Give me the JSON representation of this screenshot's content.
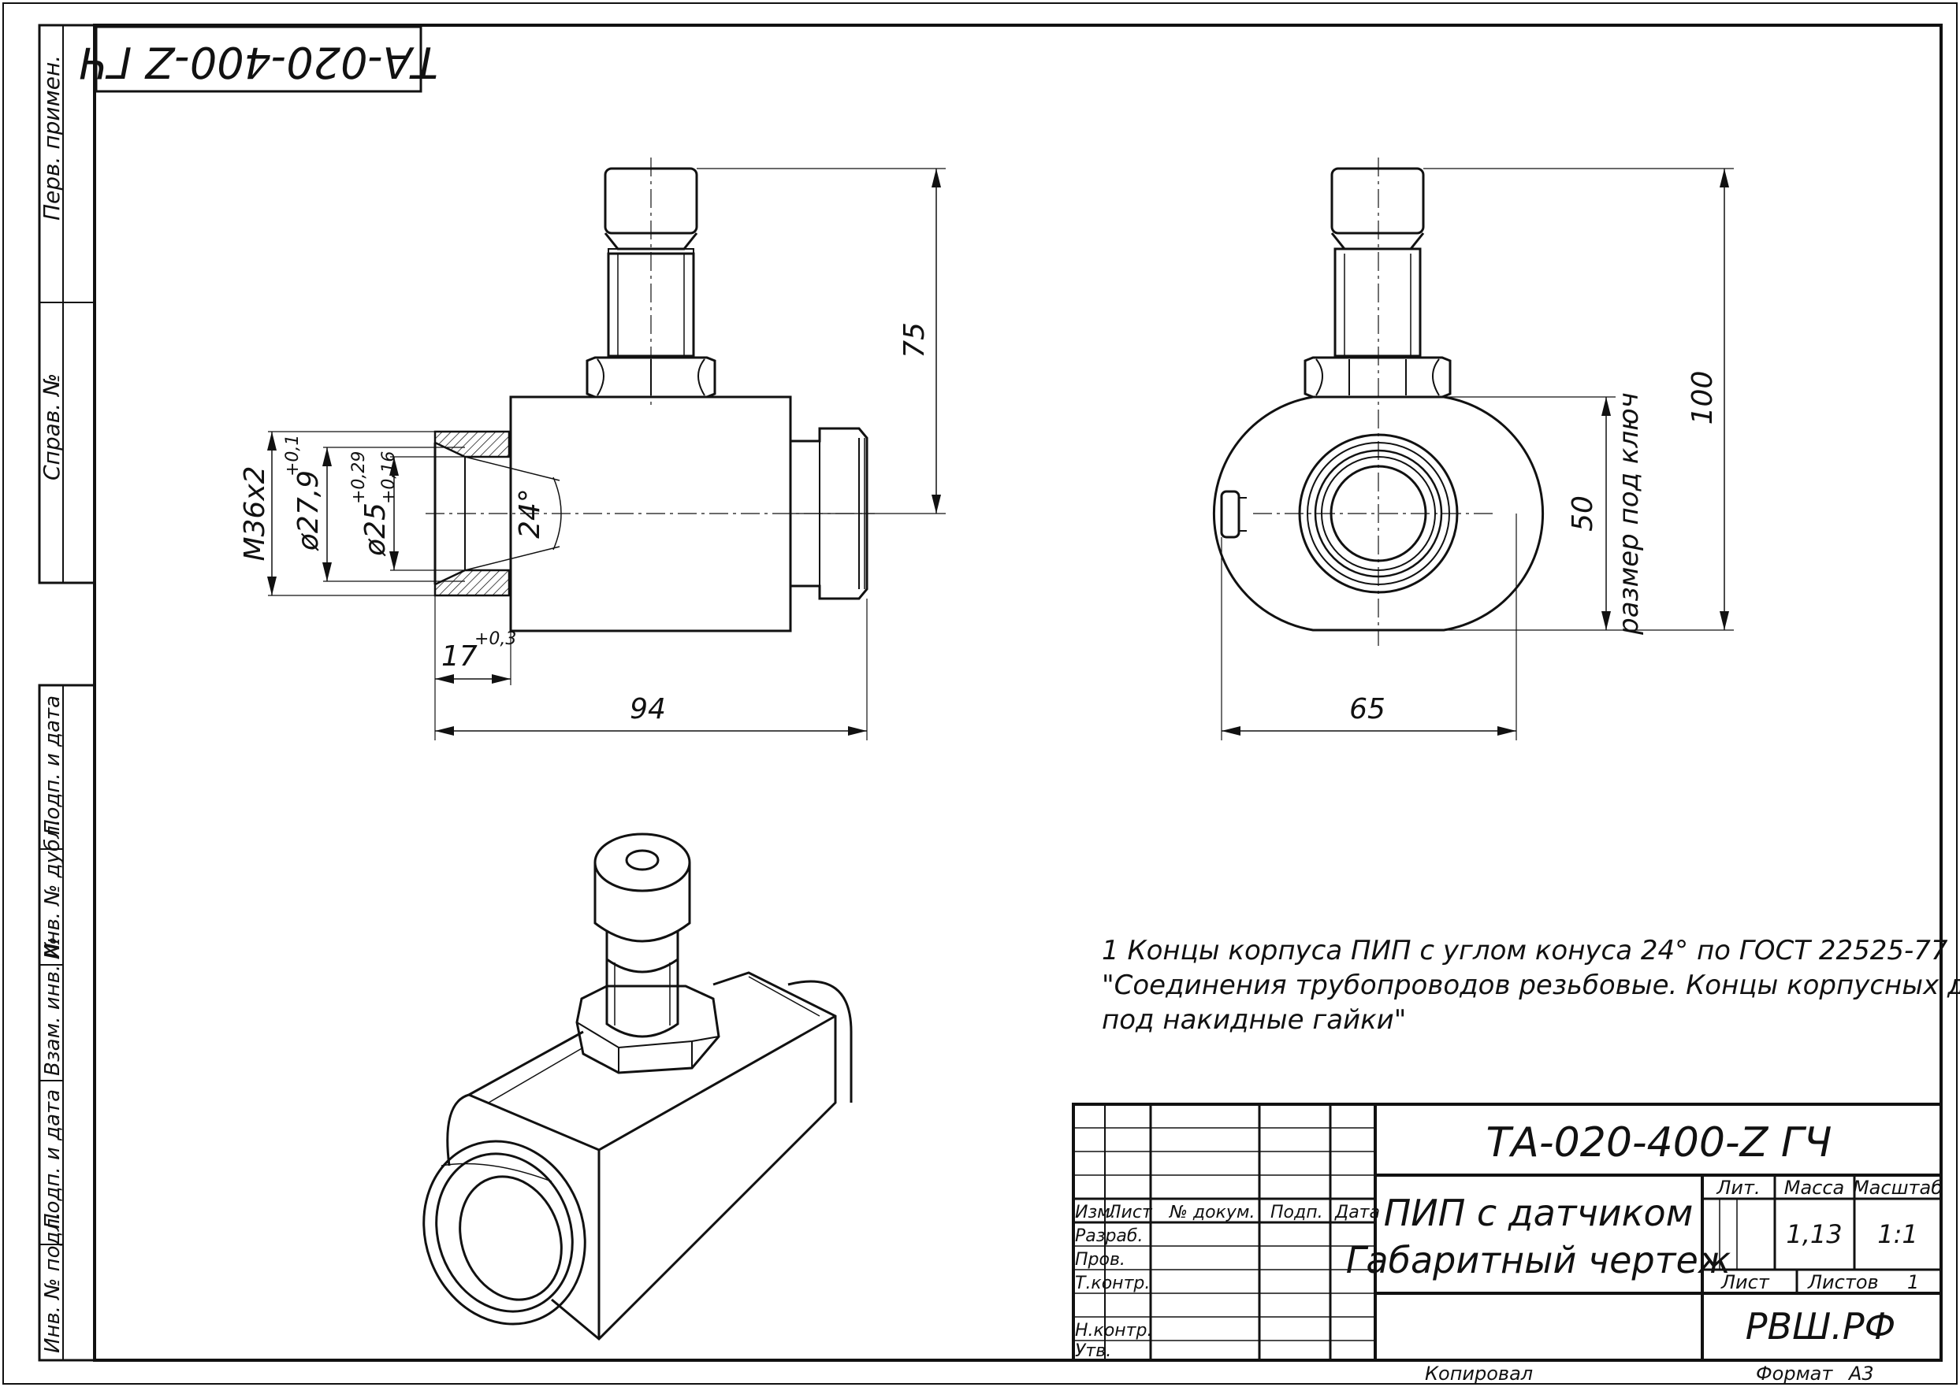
{
  "drawing": {
    "code": "ТА-020-400-Z ГЧ",
    "code_rotated": "ТА-020-400-Z ГЧ"
  },
  "side_margin": {
    "perv_primen": "Перв. примен.",
    "sprav_no": "Справ. №",
    "podp_i_data_top": "Подп. и дата",
    "inv_no_dubl": "Инв. № дубл.",
    "vzam_inv_no": "Взам. инв. №",
    "podp_i_data_bottom": "Подп. и дата",
    "inv_no_podl": "Инв. № подл."
  },
  "dimensions": {
    "d75": "75",
    "m36": "M36x2",
    "d279": "ø27,9",
    "d279_tol": "+0,1",
    "d25": "ø25",
    "d25_tol_up": "+0,29",
    "d25_tol_low": "+0,16",
    "angle24": "24°",
    "d17": "17",
    "d17_tol": "+0,3",
    "d94": "94",
    "d100": "100",
    "d50": "50",
    "wrench": "размер под ключ",
    "d65": "65"
  },
  "notes": {
    "line1": "1 Концы корпуса ПИП с углом конуса 24° по ГОСТ 22525-77",
    "line2": "\"Соединения трубопроводов резьбовые. Концы корпусных деталей",
    "line3": "под накидные гайки\""
  },
  "title_block": {
    "code": "ТА-020-400-Z ГЧ",
    "name_line1": "ПИП с датчиком",
    "name_line2": "Габаритный чертеж",
    "col_izm": "Изм.",
    "col_list": "Лист",
    "col_dokum": "№ докум.",
    "col_podp": "Подп.",
    "col_data": "Дата",
    "razrab": "Разраб.",
    "prov": "Пров.",
    "tkontr": "Т.контр.",
    "nkontr": "Н.контр.",
    "utv": "Утв.",
    "lit_label": "Лит.",
    "massa_label": "Масса",
    "masshtab_label": "Масштаб",
    "massa": "1,13",
    "masshtab": "1:1",
    "list_label": "Лист",
    "listov_label": "Листов",
    "listov": "1",
    "org": "РВШ.РФ"
  },
  "footer": {
    "kopiroval": "Копировал",
    "format_label": "Формат",
    "format": "А3"
  }
}
